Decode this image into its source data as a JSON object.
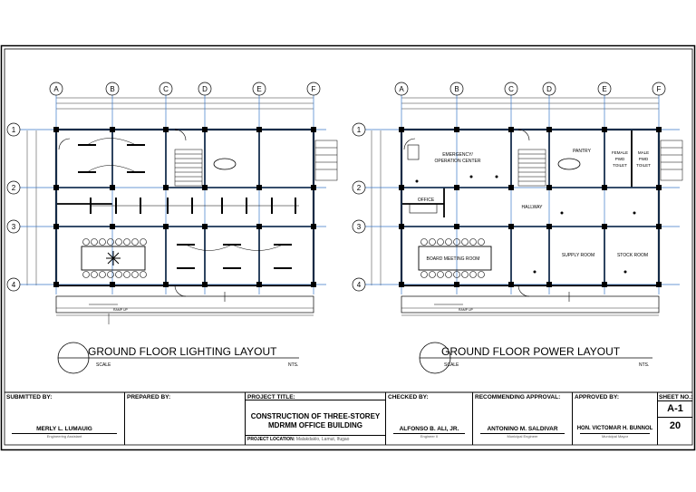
{
  "drawings": {
    "lighting": {
      "title": "GROUND FLOOR LIGHTING LAYOUT",
      "scale_label": "SCALE",
      "scale_value": "NTS.",
      "grid_columns": [
        "A",
        "B",
        "C",
        "D",
        "E",
        "F"
      ],
      "grid_rows": [
        "1",
        "2",
        "3",
        "4"
      ],
      "ramp_label": "RAMP UP"
    },
    "power": {
      "title": "GROUND FLOOR POWER LAYOUT",
      "scale_label": "SCALE",
      "scale_value": "NTS.",
      "grid_columns": [
        "A",
        "B",
        "C",
        "D",
        "E",
        "F"
      ],
      "grid_rows": [
        "1",
        "2",
        "3",
        "4"
      ],
      "ramp_label": "RAMP UP",
      "rooms": {
        "emergency_1": "EMERGENCY/",
        "emergency_2": "OPERATION CENTER",
        "pantry": "PANTRY",
        "female_1": "FEMALE",
        "female_2": "PWD",
        "female_3": "TOILET",
        "male_1": "MALE",
        "male_2": "PWD",
        "male_3": "TOILET",
        "office": "OFFICE",
        "hallway": "HALLWAY",
        "board": "BOARD MEETING ROOM",
        "supply": "SUPPLY ROOM",
        "stock": "STOCK ROOM"
      }
    }
  },
  "title_block": {
    "submitted_by": {
      "label": "SUBMITTED BY:",
      "name": "MERLY L. LUMAUIG",
      "role": "Engineering Assistant"
    },
    "prepared_by": {
      "label": "PREPARED BY:"
    },
    "project_title": {
      "label": "PROJECT TITLE:",
      "line1": "CONSTRUCTION OF THREE-STOREY",
      "line2": "MDRMM OFFICE BUILDING"
    },
    "project_location": {
      "label": "PROJECT LOCATION:",
      "value": "Malakdaklo, Lamut, Ifugao"
    },
    "checked_by": {
      "label": "CHECKED BY:",
      "name": "ALFONSO B. ALI, JR.",
      "role": "Engineer II"
    },
    "recommending": {
      "label": "RECOMMENDING APPROVAL:",
      "name": "ANTONINO M. SALDIVAR",
      "role": "Municipal Engineer"
    },
    "approved_by": {
      "label": "APPROVED BY:",
      "name": "HON. VICTOMAR H. BUNNOL",
      "role": "Municipal Mayor"
    },
    "sheet": {
      "label": "SHEET NO.:",
      "code": "A-1",
      "number": "20"
    }
  }
}
